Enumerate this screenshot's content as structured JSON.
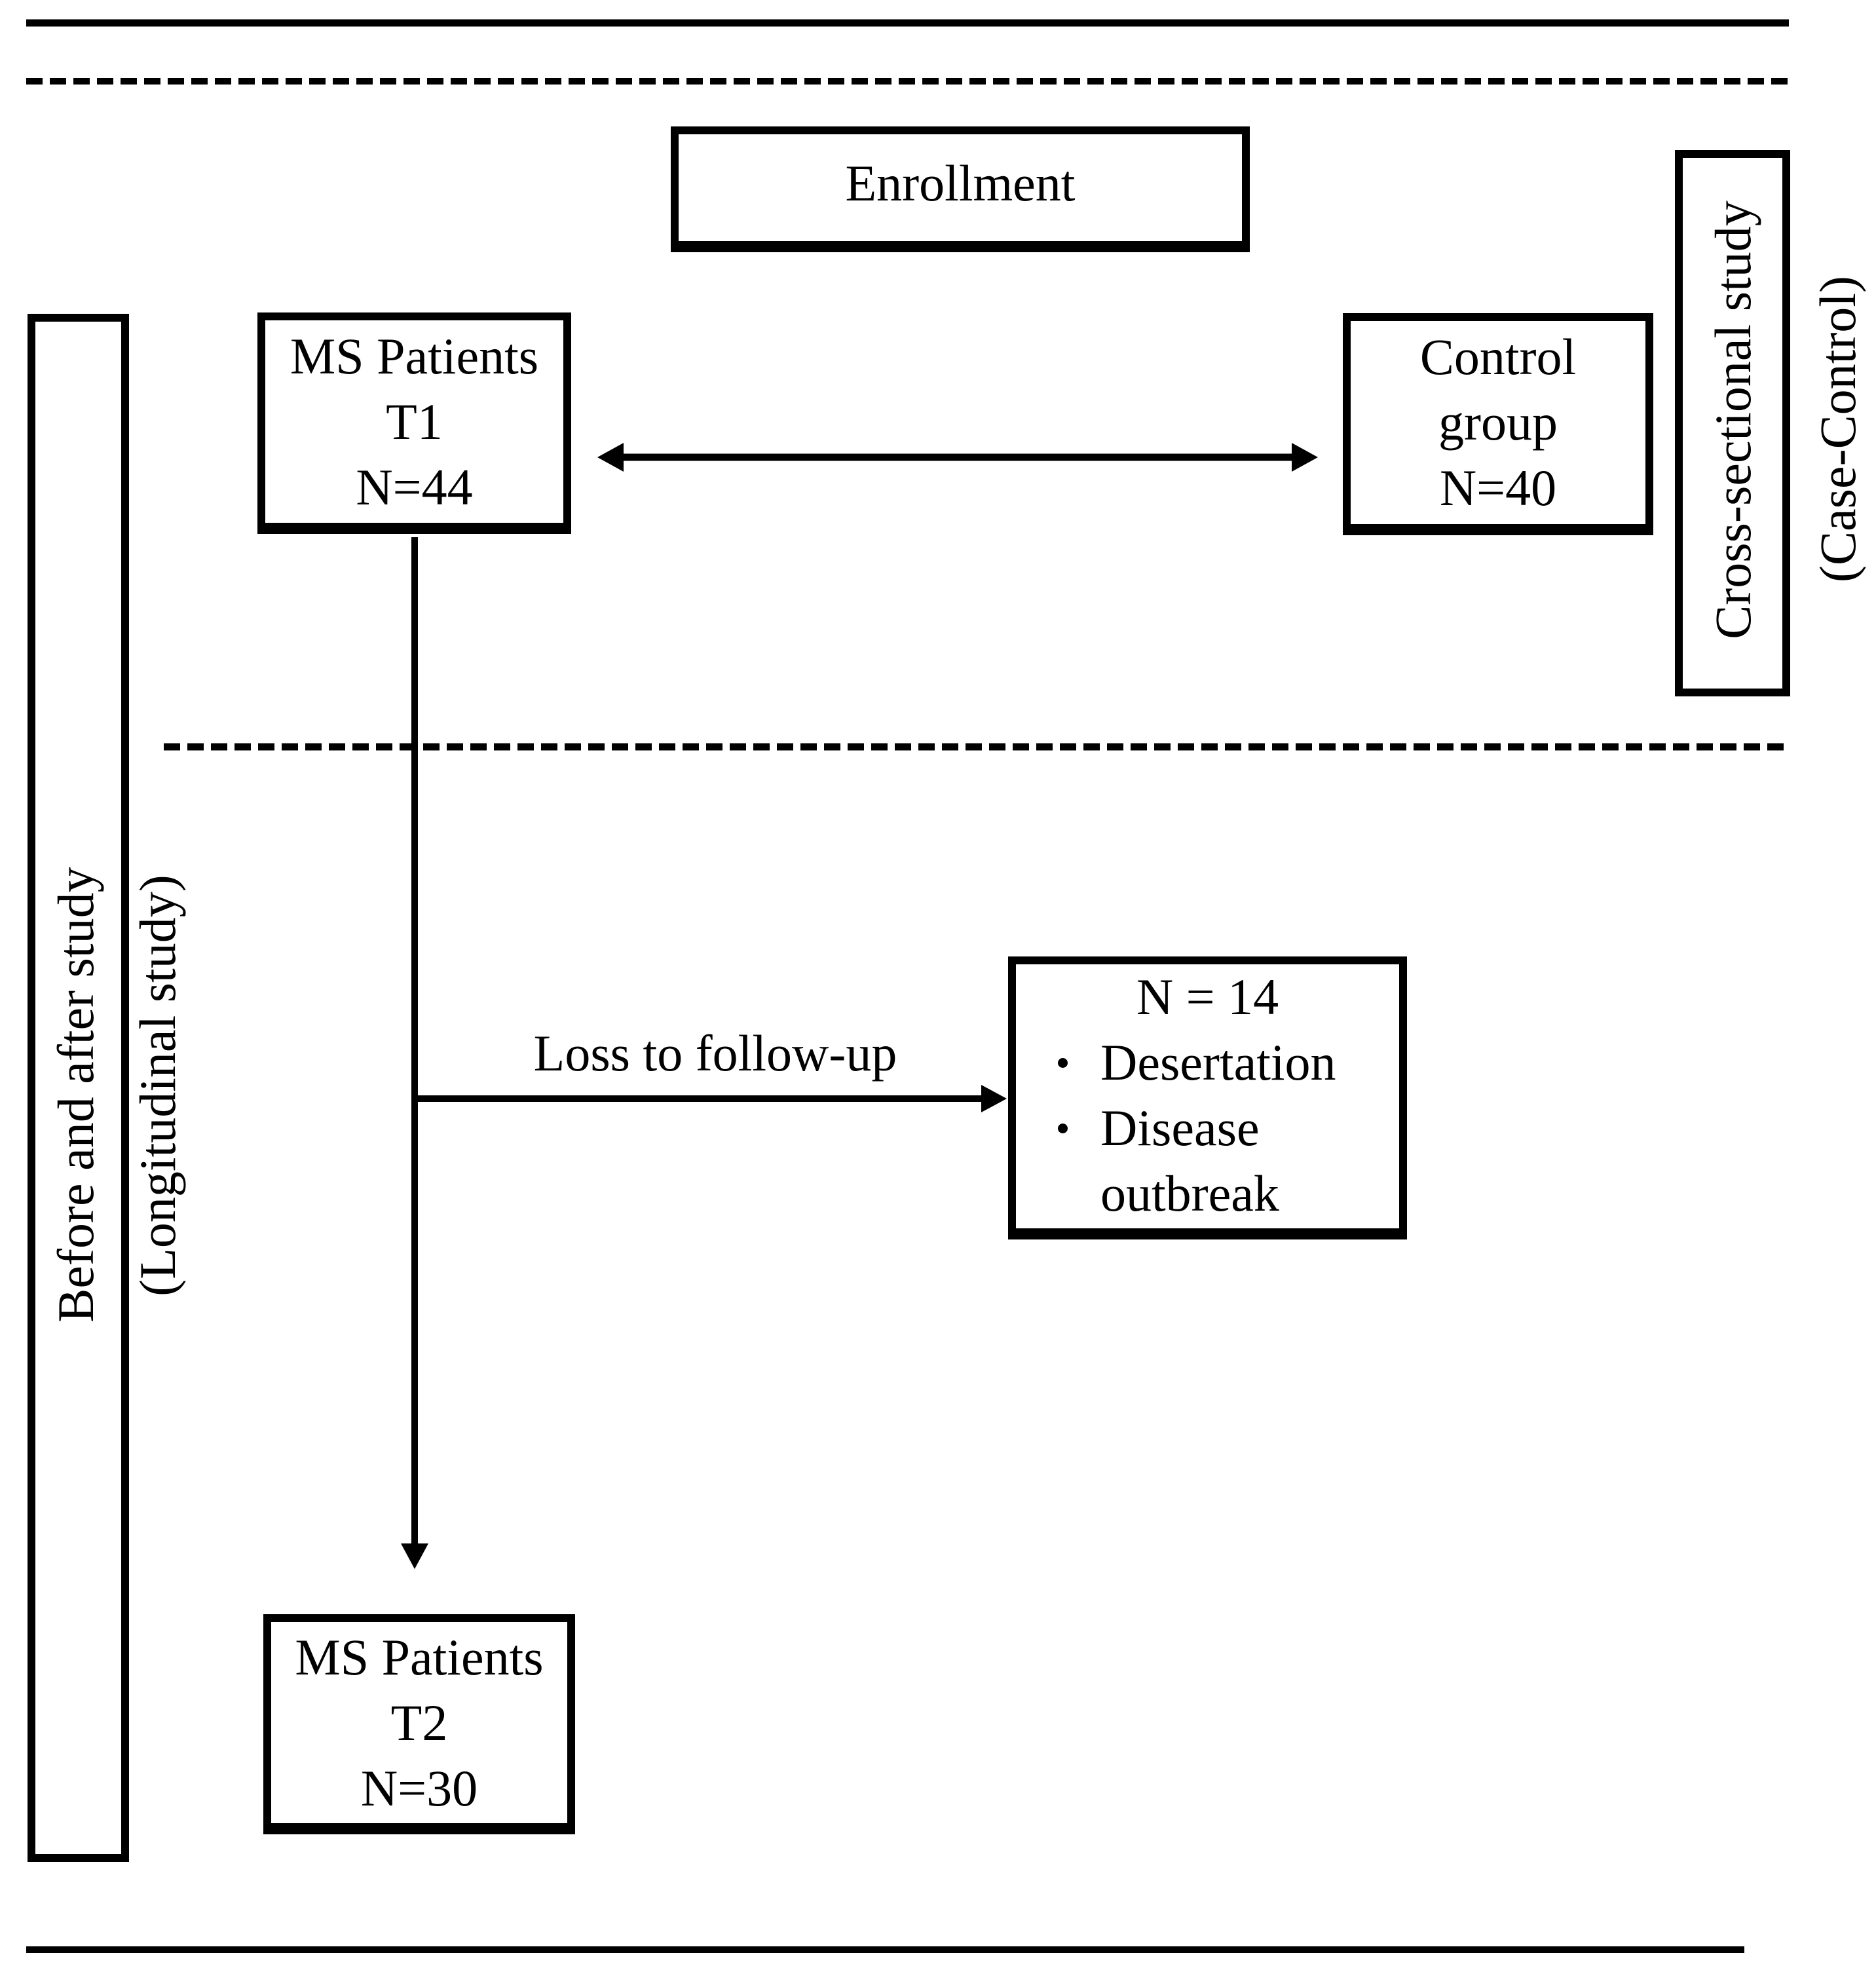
{
  "diagram": {
    "enrollment": {
      "label": "Enrollment"
    },
    "ms_patients_t1": {
      "line1": "MS Patients",
      "line2": "T1",
      "line3": "N=44"
    },
    "control_group": {
      "line1": "Control",
      "line2": "group",
      "line3": "N=40"
    },
    "loss_box": {
      "title": "N = 14",
      "bullet1": "Desertation",
      "bullet2": "Disease outbreak"
    },
    "ms_patients_t2": {
      "line1": "MS Patients",
      "line2": "T2",
      "line3": "N=30"
    },
    "labels": {
      "cross_sectional": "Cross-sectional study",
      "case_control": "(Case-Control)",
      "before_after": "Before and after study",
      "longitudinal": "(Longitudinal study)",
      "loss_to_followup": "Loss to follow-up"
    },
    "colors": {
      "ink": "#000000",
      "paper": "#ffffff"
    }
  }
}
